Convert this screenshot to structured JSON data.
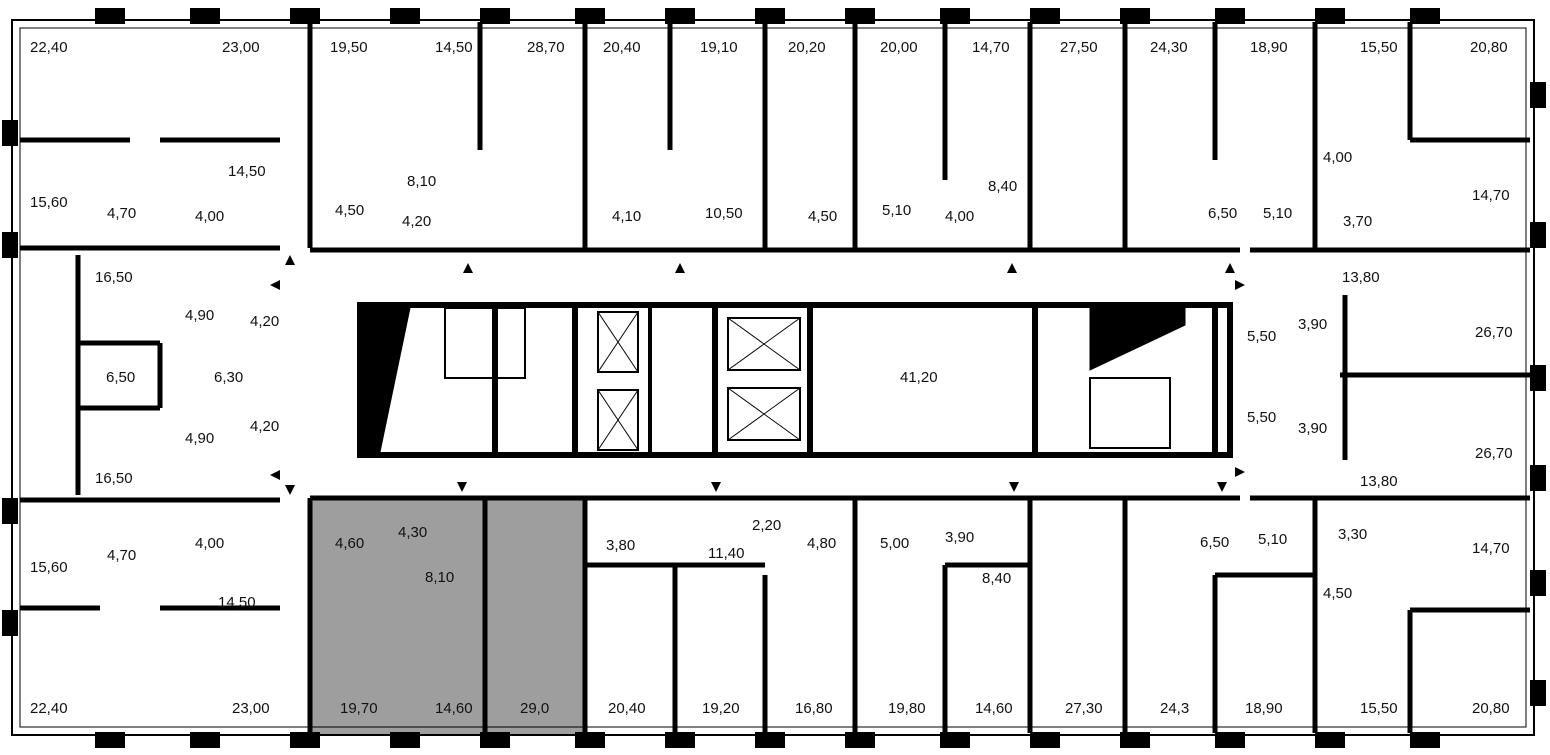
{
  "floor_plan": {
    "highlight_color": "#9e9e9e",
    "wall_color": "#000000",
    "outline_color": "#222222",
    "rooms_top": [
      "22,40",
      "23,00",
      "19,50",
      "14,50",
      "28,70",
      "20,40",
      "19,10",
      "20,20",
      "20,00",
      "14,70",
      "27,50",
      "24,30",
      "18,90",
      "15,50",
      "20,80"
    ],
    "rooms_top_inner": [
      "14,50",
      "15,60",
      "4,70",
      "4,00",
      "4,50",
      "4,20",
      "8,10",
      "4,10",
      "10,50",
      "4,50",
      "5,10",
      "4,00",
      "8,40",
      "6,50",
      "5,10",
      "4,00",
      "3,70",
      "14,70",
      "16,50",
      "13,80"
    ],
    "rooms_middle": [
      "4,90",
      "4,20",
      "6,50",
      "6,30",
      "4,90",
      "4,20",
      "41,20",
      "5,50",
      "3,90",
      "26,70",
      "5,50",
      "3,90",
      "26,70"
    ],
    "rooms_bottom_inner": [
      "16,50",
      "15,60",
      "4,70",
      "4,00",
      "14,50",
      "4,60",
      "4,30",
      "8,10",
      "3,80",
      "11,40",
      "2,20",
      "4,80",
      "5,00",
      "3,90",
      "8,40",
      "6,50",
      "5,10",
      "3,30",
      "14,70",
      "13,80",
      "4,50"
    ],
    "rooms_bottom": [
      "22,40",
      "23,00",
      "19,70",
      "14,60",
      "29,0",
      "20,40",
      "19,20",
      "16,80",
      "19,80",
      "14,60",
      "27,30",
      "24,3",
      "18,90",
      "15,50",
      "20,80"
    ]
  }
}
